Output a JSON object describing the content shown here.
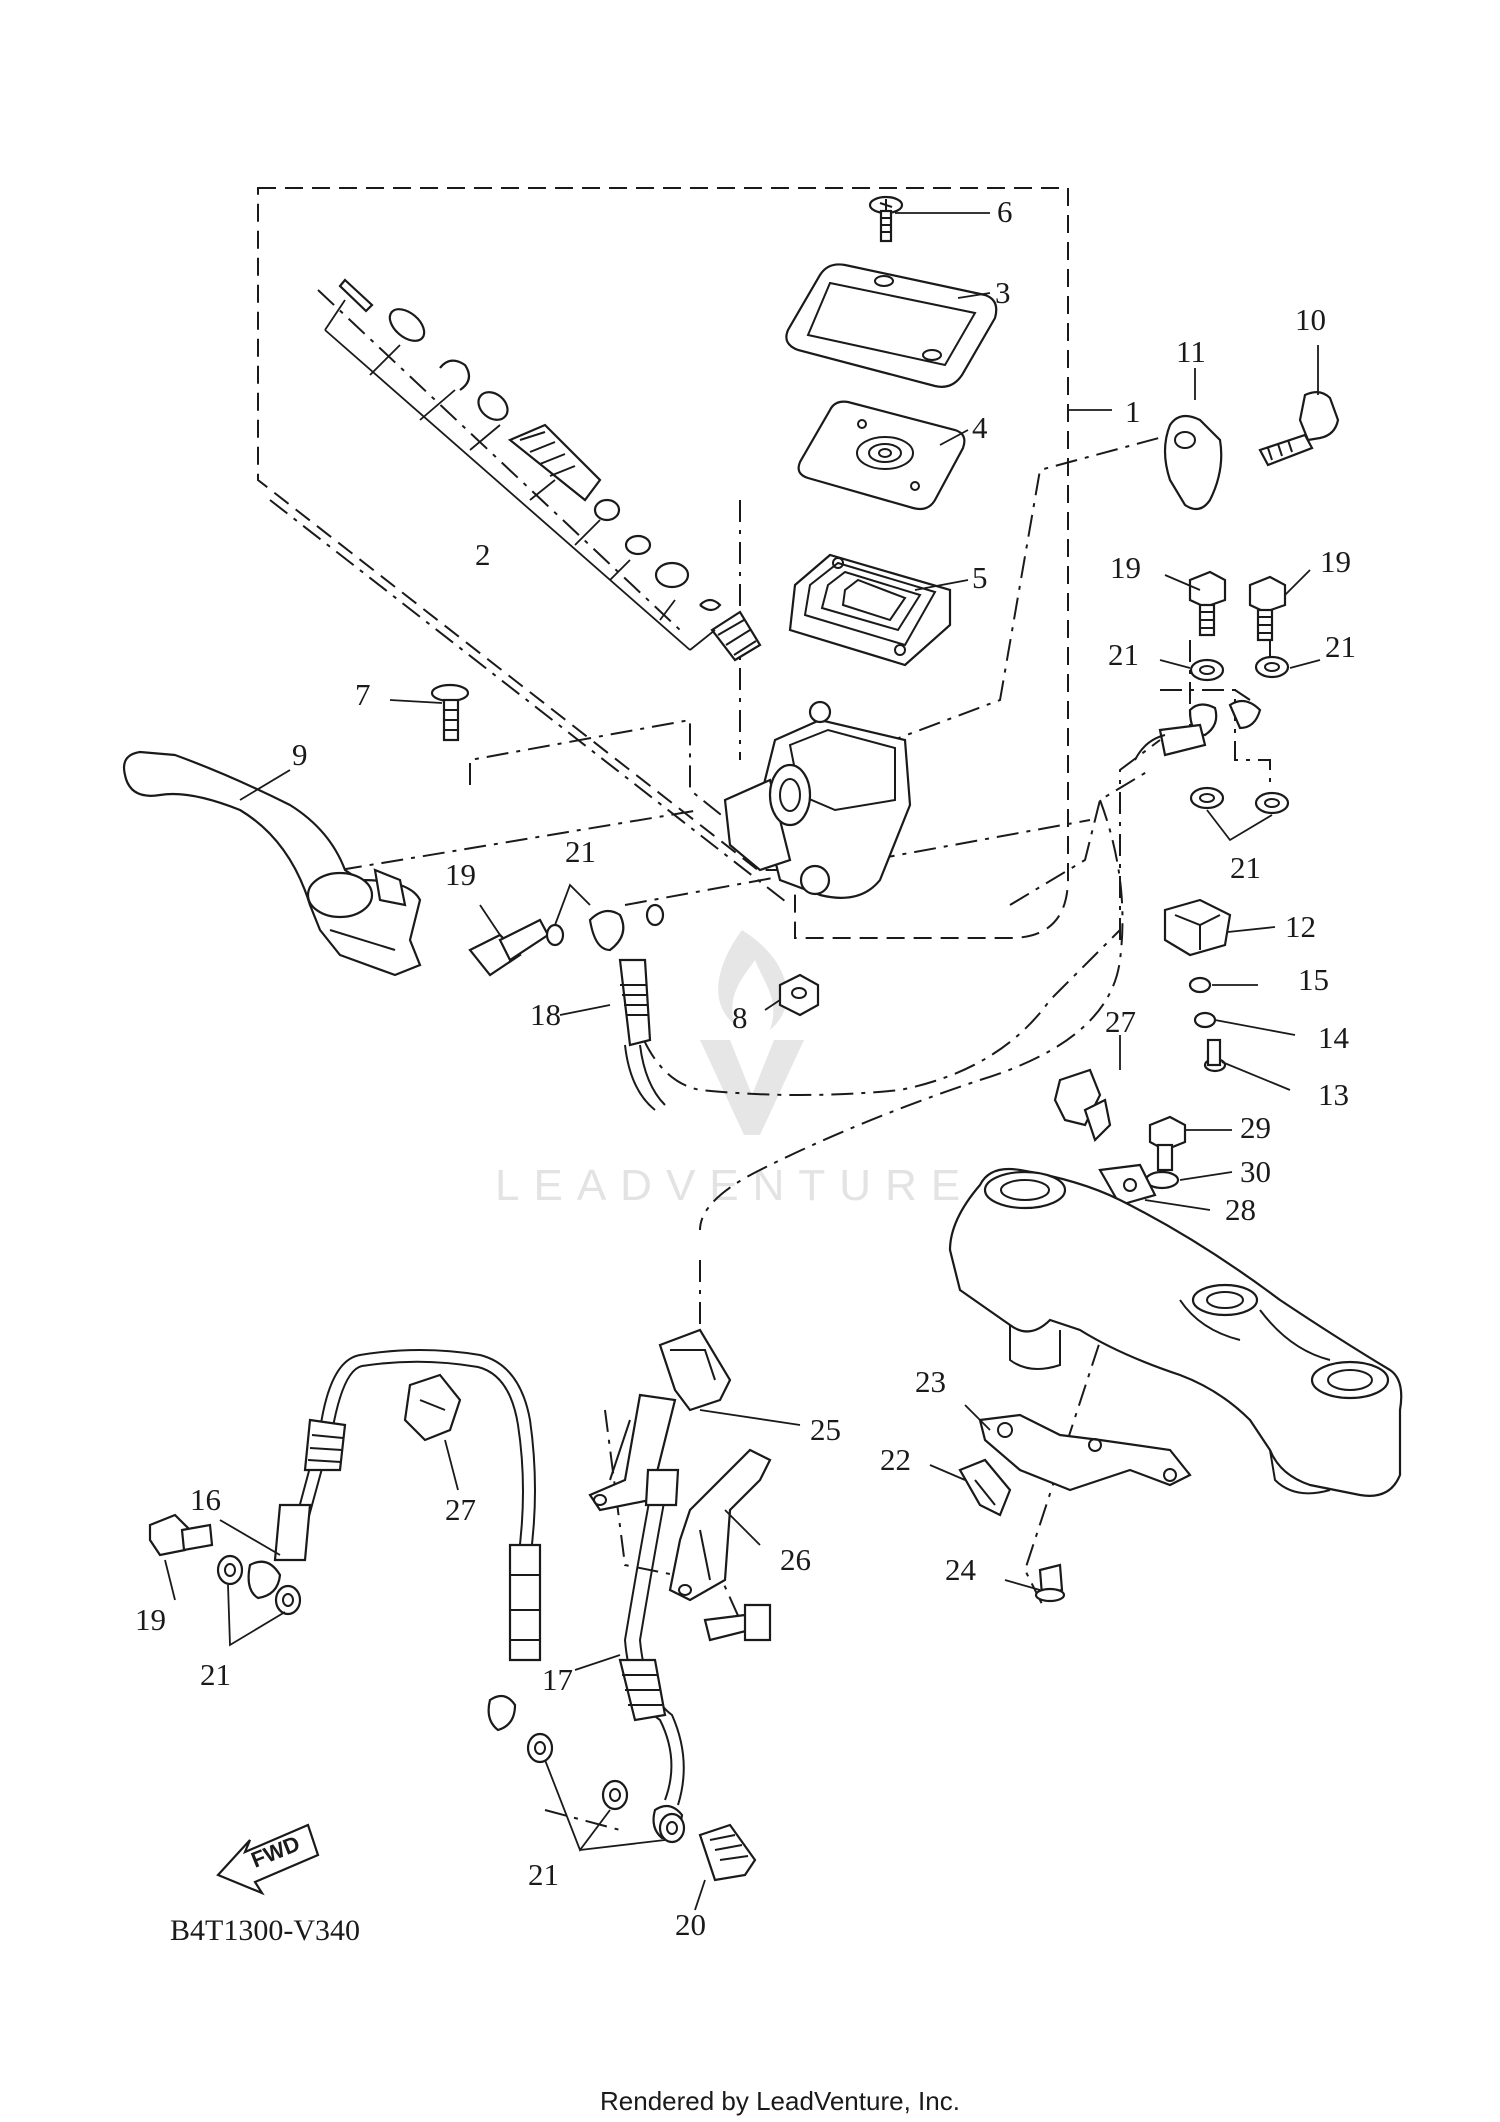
{
  "diagram_code": "B4T1300-V340",
  "footer": "Rendered by LeadVenture, Inc.",
  "watermark": "LEADVENTURE",
  "fwd_label": "FWD",
  "callouts": [
    {
      "id": "c1",
      "label": "1"
    },
    {
      "id": "c2",
      "label": "2"
    },
    {
      "id": "c3",
      "label": "3"
    },
    {
      "id": "c4",
      "label": "4"
    },
    {
      "id": "c5",
      "label": "5"
    },
    {
      "id": "c6",
      "label": "6"
    },
    {
      "id": "c7",
      "label": "7"
    },
    {
      "id": "c8",
      "label": "8"
    },
    {
      "id": "c9",
      "label": "9"
    },
    {
      "id": "c10",
      "label": "10"
    },
    {
      "id": "c11",
      "label": "11"
    },
    {
      "id": "c12",
      "label": "12"
    },
    {
      "id": "c13",
      "label": "13"
    },
    {
      "id": "c14",
      "label": "14"
    },
    {
      "id": "c15",
      "label": "15"
    },
    {
      "id": "c16",
      "label": "16"
    },
    {
      "id": "c17",
      "label": "17"
    },
    {
      "id": "c18",
      "label": "18"
    },
    {
      "id": "c19a",
      "label": "19"
    },
    {
      "id": "c19b",
      "label": "19"
    },
    {
      "id": "c19c",
      "label": "19"
    },
    {
      "id": "c19d",
      "label": "19"
    },
    {
      "id": "c20",
      "label": "20"
    },
    {
      "id": "c21a",
      "label": "21"
    },
    {
      "id": "c21b",
      "label": "21"
    },
    {
      "id": "c21c",
      "label": "21"
    },
    {
      "id": "c21d",
      "label": "21"
    },
    {
      "id": "c21e",
      "label": "21"
    },
    {
      "id": "c21f",
      "label": "21"
    },
    {
      "id": "c22",
      "label": "22"
    },
    {
      "id": "c23",
      "label": "23"
    },
    {
      "id": "c24",
      "label": "24"
    },
    {
      "id": "c25",
      "label": "25"
    },
    {
      "id": "c26",
      "label": "26"
    },
    {
      "id": "c27a",
      "label": "27"
    },
    {
      "id": "c27b",
      "label": "27"
    },
    {
      "id": "c28",
      "label": "28"
    },
    {
      "id": "c29",
      "label": "29"
    },
    {
      "id": "c30",
      "label": "30"
    }
  ]
}
